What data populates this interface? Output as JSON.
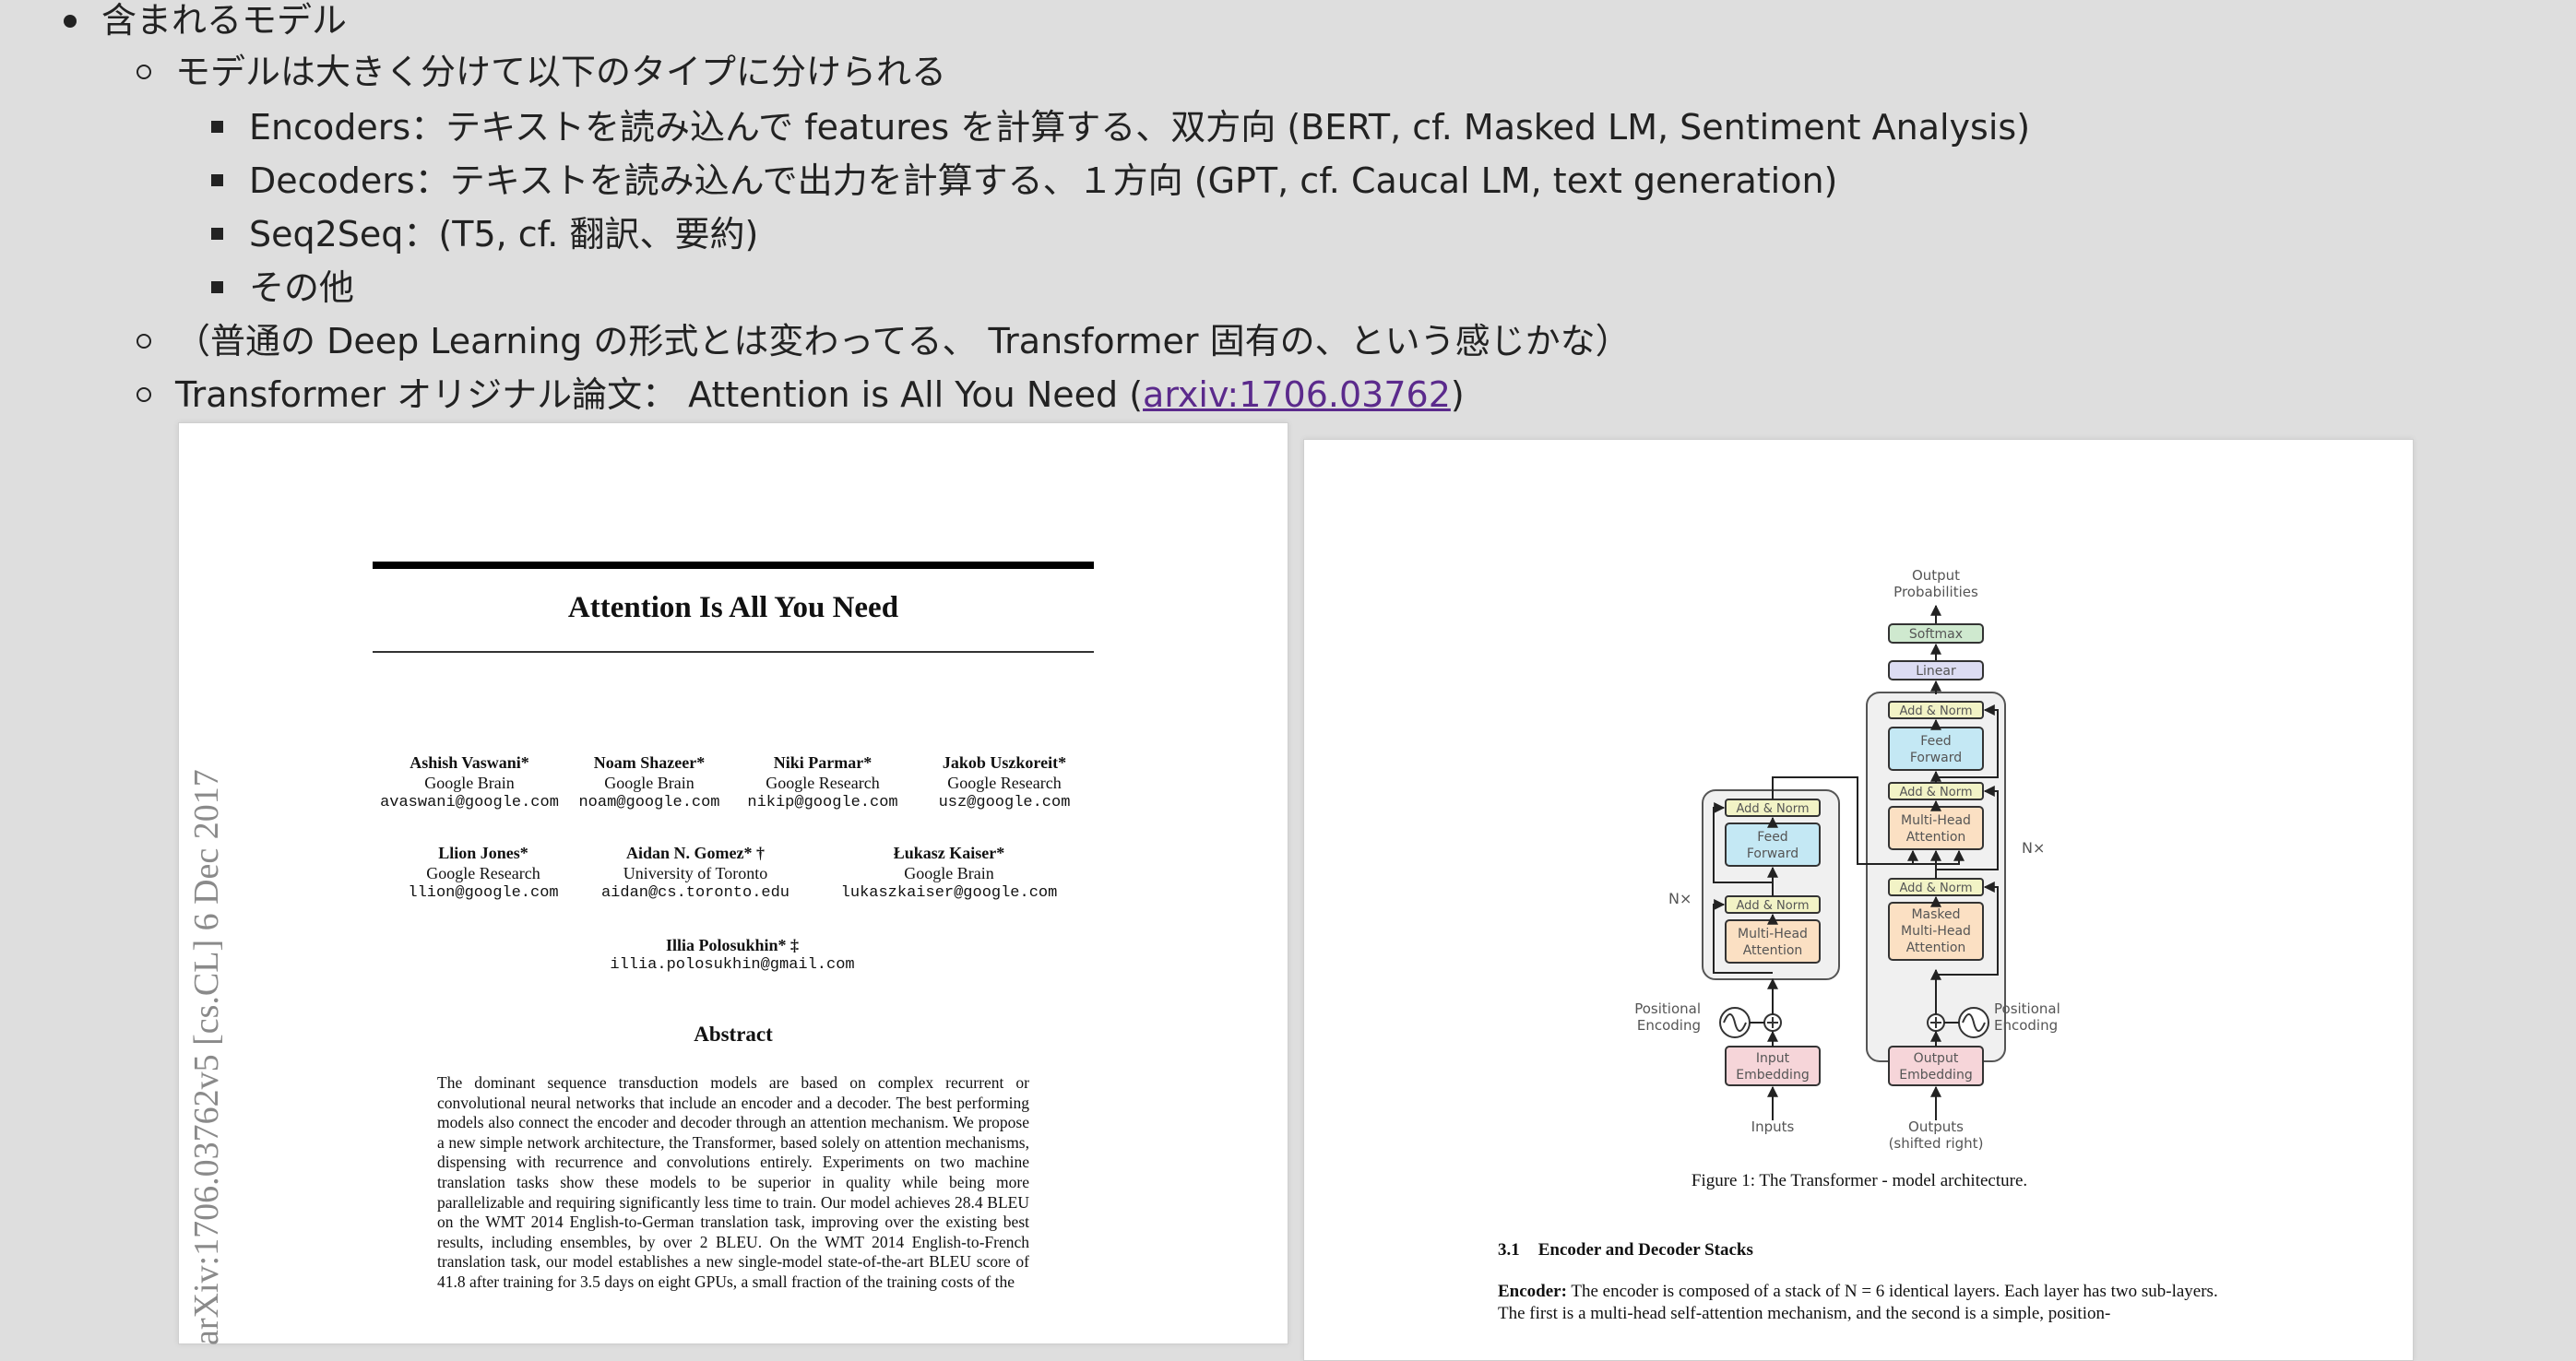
{
  "outline": {
    "item1": "含まれるモデル",
    "item1_sub1": "モデルは大きく分けて以下のタイプに分けられる",
    "types": [
      "Encoders：テキストを読み込んで features を計算する、双方向 (BERT, cf. Masked LM, Sentiment Analysis)",
      "Decoders：テキストを読み込んで出力を計算する、１方向 (GPT, cf. Caucal LM, text generation)",
      "Seq2Seq：(T5, cf. 翻訳、要約)",
      "その他"
    ],
    "item1_sub2": "（普通の Deep Learning の形式とは変わってる、 Transformer 固有の、という感じかな）",
    "item1_sub3_prefix": "Transformer オリジナル論文： Attention is All You Need (",
    "item1_sub3_link": "arxiv:1706.03762",
    "item1_sub3_suffix": ")"
  },
  "paper_page": {
    "title": "Attention Is All You Need",
    "side_stamp": "arXiv:1706.03762v5  [cs.CL]  6 Dec 2017",
    "authors_row1": [
      {
        "name": "Ashish Vaswani*",
        "affil": "Google Brain",
        "email": "avaswani@google.com"
      },
      {
        "name": "Noam Shazeer*",
        "affil": "Google Brain",
        "email": "noam@google.com"
      },
      {
        "name": "Niki Parmar*",
        "affil": "Google Research",
        "email": "nikip@google.com"
      },
      {
        "name": "Jakob Uszkoreit*",
        "affil": "Google Research",
        "email": "usz@google.com"
      }
    ],
    "authors_row2": [
      {
        "name": "Llion Jones*",
        "affil": "Google Research",
        "email": "llion@google.com"
      },
      {
        "name": "Aidan N. Gomez* †",
        "affil": "University of Toronto",
        "email": "aidan@cs.toronto.edu"
      },
      {
        "name": "Łukasz Kaiser*",
        "affil": "Google Brain",
        "email": "lukaszkaiser@google.com"
      }
    ],
    "author_last": {
      "name": "Illia Polosukhin* ‡",
      "email": "illia.polosukhin@gmail.com"
    },
    "abstract_heading": "Abstract",
    "abstract_text": "The dominant sequence transduction models are based on complex recurrent or convolutional neural networks that include an encoder and a decoder. The best performing models also connect the encoder and decoder through an attention mechanism. We propose a new simple network architecture, the Transformer, based solely on attention mechanisms, dispensing with recurrence and convolutions entirely. Experiments on two machine translation tasks show these models to be superior in quality while being more parallelizable and requiring significantly less time to train. Our model achieves 28.4 BLEU on the WMT 2014 English-to-German translation task, improving over the existing best results, including ensembles, by over 2 BLEU. On the WMT 2014 English-to-French translation task, our model establishes a new single-model state-of-the-art BLEU score of 41.8 after training for 3.5 days on eight GPUs, a small fraction of the training costs of the"
  },
  "figure_page": {
    "labels": {
      "output_probs_1": "Output",
      "output_probs_2": "Probabilities",
      "softmax": "Softmax",
      "linear": "Linear",
      "add_norm": "Add & Norm",
      "feed": "Feed",
      "forward": "Forward",
      "multi_head": "Multi-Head",
      "attention": "Attention",
      "masked": "Masked",
      "nx": "N×",
      "positional": "Positional",
      "encoding": "Encoding",
      "input": "Input",
      "output": "Output",
      "embedding": "Embedding",
      "inputs": "Inputs",
      "outputs": "Outputs",
      "shifted_right": "(shifted right)"
    },
    "caption": "Figure 1: The Transformer - model architecture.",
    "section_number": "3.1",
    "section_title": "Encoder and Decoder Stacks",
    "body_label": "Encoder:",
    "body_text": "The encoder is composed of a stack of N = 6 identical layers. Each layer has two sub-layers. The first is a multi-head self-attention mechanism, and the second is a simple, position-"
  },
  "colors": {
    "add_norm": "#f2f3c6",
    "feed_forward": "#c4e8f4",
    "attention": "#fbe0c3",
    "linear": "#dcdcf3",
    "softmax": "#cfe9cf",
    "embedding": "#f6d5d9",
    "stack_bg": "#f0f0f0",
    "link": "#5b2a8c"
  }
}
